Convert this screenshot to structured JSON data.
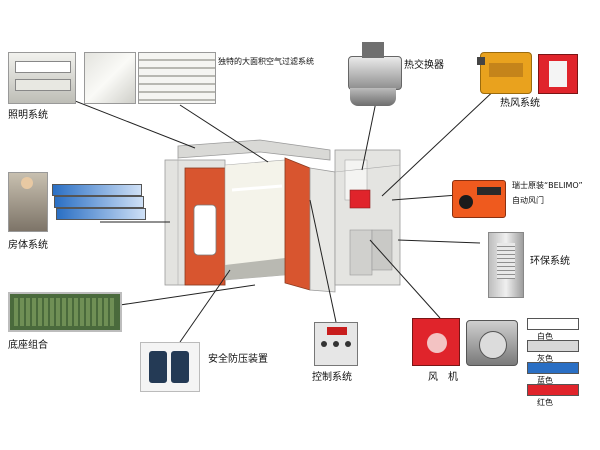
{
  "labels": {
    "lighting": "照明系统",
    "filter": "独特的大面积空气过滤系统",
    "heat_exchanger": "热交换器",
    "hot_air": "热风系统",
    "damper_line1": "瑞士原装“BELIMO”",
    "damper_line2": "自动风门",
    "room_body": "房体系统",
    "environment": "环保系统",
    "base": "底座组合",
    "safety": "安全防压装置",
    "control": "控制系统",
    "fan": "风　机"
  },
  "color_legend": [
    {
      "label": "白色",
      "color": "#ffffff"
    },
    {
      "label": "灰色",
      "color": "#d8d8d8"
    },
    {
      "label": "蓝色",
      "color": "#2a6fc4"
    },
    {
      "label": "红色",
      "color": "#e0242b"
    }
  ],
  "colors": {
    "booth_wall": "#e9e9e6",
    "booth_red": "#d8552f",
    "interior": "#f4f3ea",
    "leader_line": "#222222"
  }
}
